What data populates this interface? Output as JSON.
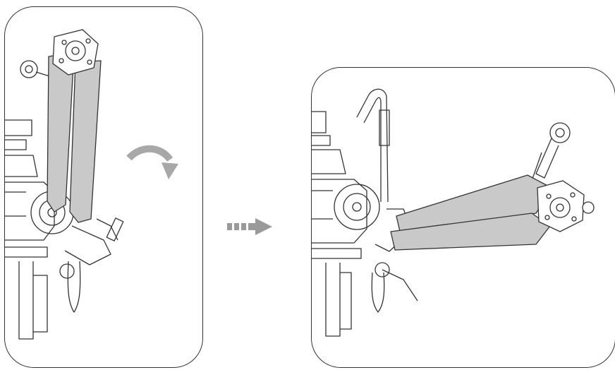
{
  "diagram": {
    "panels": [
      {
        "id": "step-1",
        "state": "arms-folded",
        "motion": "rotate-clockwise"
      },
      {
        "id": "step-2",
        "state": "arms-unfolded"
      }
    ],
    "colors": {
      "outline": "#333333",
      "arm_fill": "#c9c9c9",
      "motion_arrow": "#a8a8a8",
      "step_arrow": "#9a9a9a"
    },
    "icons": [
      "curved-rotation-arrow-icon",
      "dashed-step-arrow-icon"
    ]
  }
}
